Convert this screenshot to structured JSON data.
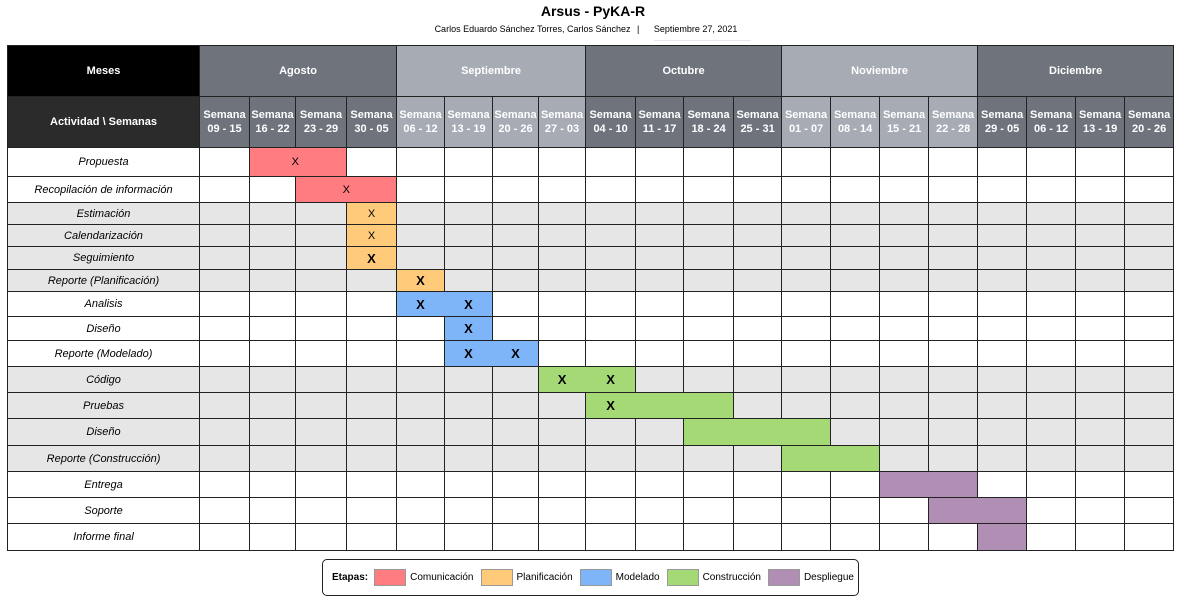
{
  "title": "Arsus - PyKA-R",
  "authors": "Carlos Eduardo Sánchez Torres, Carlos Sánchez",
  "separator": "|",
  "date": "Septiembre 27, 2021",
  "header": {
    "months_label": "Meses",
    "activity_label": "Actividad \\ Semanas"
  },
  "months": [
    {
      "name": "Agosto",
      "span": 4,
      "color": "#6e737c"
    },
    {
      "name": "Septiembre",
      "span": 4,
      "color": "#a7abb4"
    },
    {
      "name": "Octubre",
      "span": 4,
      "color": "#6e737c"
    },
    {
      "name": "Noviembre",
      "span": 4,
      "color": "#a7abb4"
    },
    {
      "name": "Diciembre",
      "span": 4,
      "color": "#6e737c"
    }
  ],
  "weeks": [
    "09 - 15",
    "16 - 22",
    "23 - 29",
    "30 - 05",
    "06 - 12",
    "13 - 19",
    "20 - 26",
    "27 - 03",
    "04 - 10",
    "11 - 17",
    "18 - 24",
    "25 - 31",
    "01 - 07",
    "08 - 14",
    "15 - 21",
    "22 - 28",
    "29 - 05",
    "06 - 12",
    "13 - 19",
    "20 - 26"
  ],
  "week_prefix": "Semana",
  "phase_colors": {
    "Comunicacion": "#ff7c80",
    "Planificacion": "#ffcb7a",
    "Modelado": "#7eb4f8",
    "Construccion": "#a4d975",
    "Despliegue": "#b18fb5"
  },
  "activities": [
    {
      "name": "Propuesta",
      "phase": "Comunicacion",
      "start": 1,
      "end": 2,
      "marks": [
        {
          "col": 1.5,
          "text": "X",
          "big": false
        }
      ]
    },
    {
      "name": "Recopilación de información",
      "phase": "Comunicacion",
      "start": 2,
      "end": 3,
      "marks": [
        {
          "col": 2.5,
          "text": "X",
          "big": false
        }
      ]
    },
    {
      "name": "Estimación",
      "phase": "Planificacion",
      "start": 3,
      "end": 3,
      "marks": [
        {
          "col": 3,
          "text": "X",
          "big": false
        }
      ]
    },
    {
      "name": "Calendarización",
      "phase": "Planificacion",
      "start": 3,
      "end": 3,
      "marks": [
        {
          "col": 3,
          "text": "X",
          "big": false
        }
      ]
    },
    {
      "name": "Seguimiento",
      "phase": "Planificacion",
      "start": 3,
      "end": 3,
      "marks": [
        {
          "col": 3,
          "text": "X",
          "big": true
        }
      ]
    },
    {
      "name": "Reporte (Planificación)",
      "phase": "Planificacion",
      "start": 4,
      "end": 4,
      "marks": [
        {
          "col": 4,
          "text": "X",
          "big": true
        }
      ]
    },
    {
      "name": "Analisis",
      "phase": "Modelado",
      "start": 4,
      "end": 5,
      "marks": [
        {
          "col": 4,
          "text": "X",
          "big": true
        },
        {
          "col": 5,
          "text": "X",
          "big": true
        }
      ]
    },
    {
      "name": "Diseño",
      "phase": "Modelado",
      "start": 5,
      "end": 5,
      "marks": [
        {
          "col": 5,
          "text": "X",
          "big": true
        }
      ]
    },
    {
      "name": "Reporte (Modelado)",
      "phase": "Modelado",
      "start": 5,
      "end": 6,
      "marks": [
        {
          "col": 5,
          "text": "X",
          "big": true
        },
        {
          "col": 6,
          "text": "X",
          "big": true
        }
      ]
    },
    {
      "name": "Código",
      "phase": "Construccion",
      "start": 7,
      "end": 8,
      "marks": [
        {
          "col": 7,
          "text": "X",
          "big": true
        },
        {
          "col": 8,
          "text": "X",
          "big": true
        }
      ]
    },
    {
      "name": "Pruebas",
      "phase": "Construccion",
      "start": 8,
      "end": 10,
      "marks": [
        {
          "col": 8,
          "text": "X",
          "big": true
        }
      ]
    },
    {
      "name": "Diseño",
      "phase": "Construccion",
      "start": 10,
      "end": 12,
      "marks": []
    },
    {
      "name": "Reporte (Construcción)",
      "phase": "Construccion",
      "start": 12,
      "end": 13,
      "marks": []
    },
    {
      "name": "Entrega",
      "phase": "Despliegue",
      "start": 14,
      "end": 15,
      "marks": []
    },
    {
      "name": "Soporte",
      "phase": "Despliegue",
      "start": 15,
      "end": 16,
      "marks": []
    },
    {
      "name": "Informe final",
      "phase": "Despliegue",
      "start": 16,
      "end": 16,
      "marks": []
    }
  ],
  "legend": {
    "label": "Etapas:",
    "items": [
      {
        "name": "Comunicación",
        "color": "#ff7c80"
      },
      {
        "name": "Planificación",
        "color": "#ffcb7a"
      },
      {
        "name": "Modelado",
        "color": "#7eb4f8"
      },
      {
        "name": "Construcción",
        "color": "#a4d975"
      },
      {
        "name": "Despliegue",
        "color": "#b18fb5"
      }
    ]
  }
}
